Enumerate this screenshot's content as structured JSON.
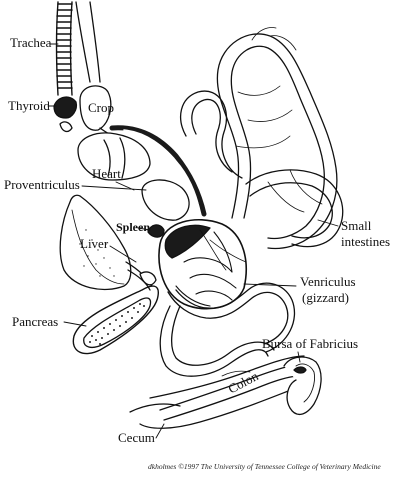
{
  "labels": {
    "trachea": "Trachea",
    "thyroid": "Thyroid",
    "crop": "Crop",
    "heart": "Heart",
    "proventriculus": "Proventriculus",
    "spleen": "Spleen",
    "liver": "Liver",
    "small_intestines_1": "Small",
    "small_intestines_2": "intestines",
    "ventriculus_1": "Venriculus",
    "ventriculus_2": "(gizzard)",
    "pancreas": "Pancreas",
    "bursa": "Bursa of Fabricius",
    "colon": "Colon",
    "cecum": "Cecum"
  },
  "credit": "dkholmes ©1997 The University of Tennessee College of Veterinary Medicine",
  "colors": {
    "ink": "#111111",
    "organ_fill": "#ffffff",
    "dark": "#1a1a1a"
  }
}
